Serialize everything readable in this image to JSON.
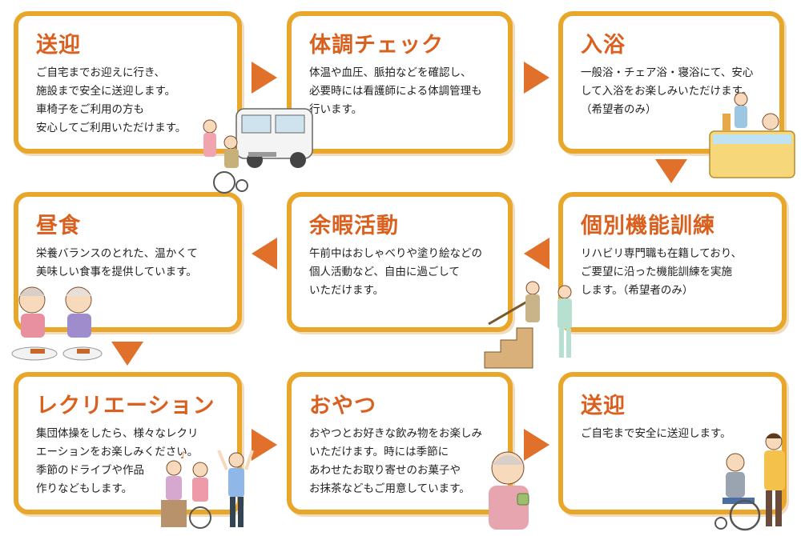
{
  "colors": {
    "border": "#e8a72a",
    "title": "#d9601e",
    "arrow": "#e0702a"
  },
  "steps": [
    {
      "title": "送迎",
      "text": "ご自宅までお迎えに行き、\n施設まで安全に送迎します。\n車椅子をご利用の方も\n安心してご利用いただけます。"
    },
    {
      "title": "体調チェック",
      "text": "体温や血圧、脈拍などを確認し、\n必要時には看護師による体調管理も\n行います。"
    },
    {
      "title": "入浴",
      "text": "一般浴・チェア浴・寝浴にて、安心\nして入浴をお楽しみいただけます。\n（希望者のみ）"
    },
    {
      "title": "個別機能訓練",
      "text": "リハビリ専門職も在籍しており、\nご要望に沿った機能訓練を実施\nします。（希望者のみ）"
    },
    {
      "title": "余暇活動",
      "text": "午前中はおしゃべりや塗り絵などの\n個人活動など、自由に過ごして\nいただけます。"
    },
    {
      "title": "昼食",
      "text": "栄養バランスのとれた、温かくて\n美味しい食事を提供しています。"
    },
    {
      "title": "レクリエーション",
      "text": "集団体操をしたら、様々なレクリ\nエーションをお楽しみください。\n季節のドライブや作品\n作りなどもします。"
    },
    {
      "title": "おやつ",
      "text": "おやつとお好きな飲み物をお楽しみ\nいただけます。時には季節に\nあわせたお取り寄せのお菓子や\nお抹茶などもご用意しています。"
    },
    {
      "title": "送迎",
      "text": "ご自宅まで安全に送迎します。"
    }
  ],
  "illustrations": [
    "wheelchair-van",
    "bathtub",
    "rehab-stairs",
    "elderly-lunch",
    "recreation-exercise",
    "tea-snack",
    "wheelchair-caregiver"
  ]
}
